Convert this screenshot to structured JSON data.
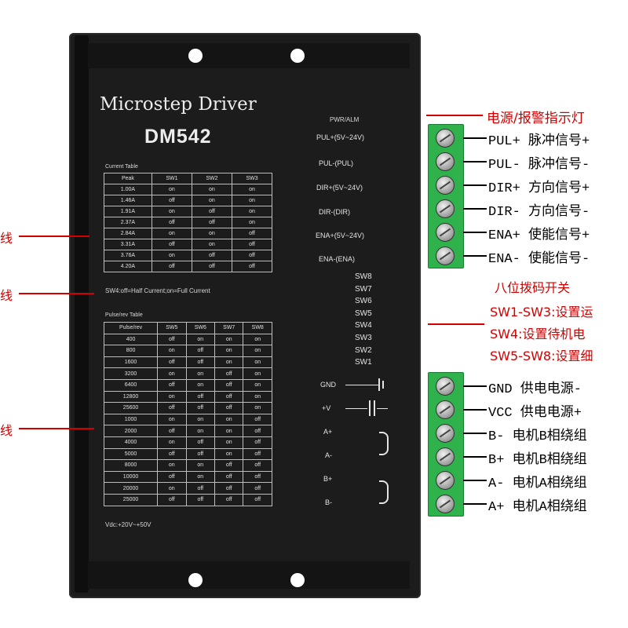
{
  "driver": {
    "brand_title": "Microstep Driver",
    "model": "DM542",
    "pwr_alm": "PWR/ALM",
    "current_table_caption": "Current Table",
    "current_table": {
      "headers": [
        "Peak",
        "SW1",
        "SW2",
        "SW3"
      ],
      "rows": [
        [
          "1.00A",
          "on",
          "on",
          "on"
        ],
        [
          "1.46A",
          "off",
          "on",
          "on"
        ],
        [
          "1.91A",
          "on",
          "off",
          "on"
        ],
        [
          "2.37A",
          "off",
          "off",
          "on"
        ],
        [
          "2.84A",
          "on",
          "on",
          "off"
        ],
        [
          "3.31A",
          "off",
          "on",
          "off"
        ],
        [
          "3.76A",
          "on",
          "off",
          "off"
        ],
        [
          "4.20A",
          "off",
          "off",
          "off"
        ]
      ]
    },
    "sw4_note": "SW4:off=Half Current;on=Full Current",
    "pulse_table_caption": "Pulse/rev Table",
    "pulse_table": {
      "headers": [
        "Pulse/rev",
        "SW5",
        "SW6",
        "SW7",
        "SW8"
      ],
      "rows": [
        [
          "400",
          "off",
          "on",
          "on",
          "on"
        ],
        [
          "800",
          "on",
          "off",
          "on",
          "on"
        ],
        [
          "1600",
          "off",
          "off",
          "on",
          "on"
        ],
        [
          "3200",
          "on",
          "on",
          "off",
          "on"
        ],
        [
          "6400",
          "off",
          "on",
          "off",
          "on"
        ],
        [
          "12800",
          "on",
          "off",
          "off",
          "on"
        ],
        [
          "25600",
          "off",
          "off",
          "off",
          "on"
        ],
        [
          "1000",
          "on",
          "on",
          "on",
          "off"
        ],
        [
          "2000",
          "off",
          "on",
          "on",
          "off"
        ],
        [
          "4000",
          "on",
          "off",
          "on",
          "off"
        ],
        [
          "5000",
          "off",
          "off",
          "on",
          "off"
        ],
        [
          "8000",
          "on",
          "on",
          "off",
          "off"
        ],
        [
          "10000",
          "off",
          "on",
          "off",
          "off"
        ],
        [
          "20000",
          "on",
          "off",
          "off",
          "off"
        ],
        [
          "25000",
          "off",
          "off",
          "off",
          "off"
        ]
      ]
    },
    "vdc": "Vdc:+20V~+50V",
    "signal_terminals": [
      "PUL+(5V~24V)",
      "PUL-(PUL)",
      "DIR+(5V~24V)",
      "DIR-(DIR)",
      "ENA+(5V~24V)",
      "ENA-(ENA)"
    ],
    "switches": [
      "SW8",
      "SW7",
      "SW6",
      "SW5",
      "SW4",
      "SW3",
      "SW2",
      "SW1"
    ],
    "power_terminals": [
      "GND",
      "+V",
      "A+",
      "A-",
      "B+",
      "B-"
    ]
  },
  "callouts": {
    "power_alarm_indicator": "电源/报警指示灯",
    "signal_pins": [
      "PUL+ 脉冲信号+",
      "PUL- 脉冲信号-",
      "DIR+ 方向信号+",
      "DIR- 方向信号-",
      "ENA+ 使能信号+",
      "ENA- 使能信号-"
    ],
    "dip_title": "八位拨码开关",
    "dip_lines": [
      "SW1-SW3:设置运",
      "SW4:设置待机电",
      "SW5-SW8:设置细"
    ],
    "power_pins": [
      "GND 供电电源-",
      "VCC 供电电源+",
      "B- 电机B相绕组",
      "B+ 电机B相绕组",
      "A- 电机A相绕组",
      "A+ 电机A相绕组"
    ],
    "left_marks": [
      "线",
      "线",
      "线"
    ]
  },
  "colors": {
    "callout_red": "#d40000",
    "terminal_green": "#2fb24b",
    "driver_black": "#1c1c1c"
  }
}
